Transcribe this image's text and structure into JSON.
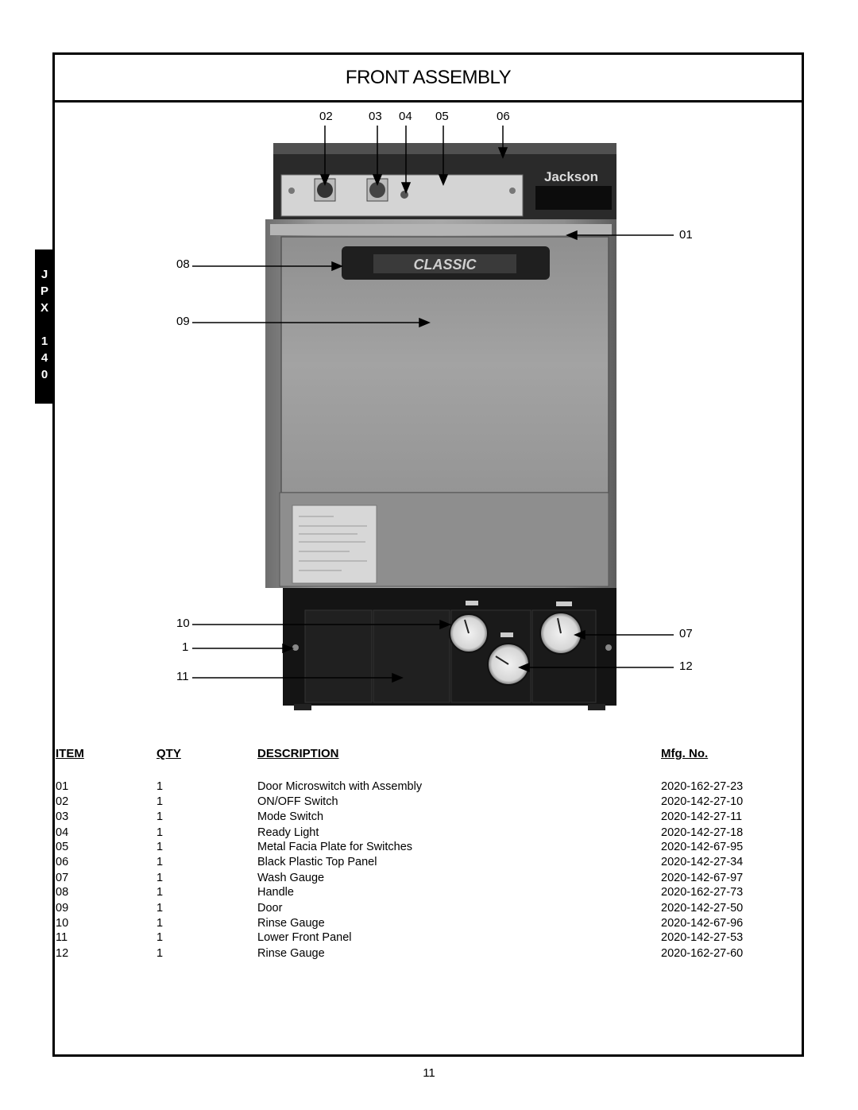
{
  "title": "FRONT ASSEMBLY",
  "side_tab": [
    "J",
    "P",
    "X",
    "1",
    "4",
    "0"
  ],
  "callouts": {
    "c02": "02",
    "c03": "03",
    "c04": "04",
    "c05": "05",
    "c06": "06",
    "c01": "01",
    "c08": "08",
    "c09": "09",
    "c10": "10",
    "c1": "1",
    "c11": "11",
    "c07": "07",
    "c12": "12"
  },
  "machine_brand": "Jackson",
  "handle_text": "CLASSIC",
  "table": {
    "headers": {
      "item": "ITEM",
      "qty": "QTY",
      "description": "DESCRIPTION",
      "mfg": "Mfg. No."
    },
    "rows": [
      {
        "item": "01",
        "qty": "1",
        "description": "Door Microswitch with Assembly",
        "mfg": "2020-162-27-23"
      },
      {
        "item": "02",
        "qty": "1",
        "description": "ON/OFF Switch",
        "mfg": "2020-142-27-10"
      },
      {
        "item": "03",
        "qty": "1",
        "description": "Mode Switch",
        "mfg": "2020-142-27-11"
      },
      {
        "item": "04",
        "qty": "1",
        "description": "Ready Light",
        "mfg": "2020-142-27-18"
      },
      {
        "item": "05",
        "qty": "1",
        "description": "Metal Facia Plate for Switches",
        "mfg": "2020-142-67-95"
      },
      {
        "item": "06",
        "qty": "1",
        "description": "Black Plastic Top Panel",
        "mfg": "2020-142-27-34"
      },
      {
        "item": "07",
        "qty": "1",
        "description": "Wash Gauge",
        "mfg": "2020-142-67-97"
      },
      {
        "item": "08",
        "qty": "1",
        "description": "Handle",
        "mfg": "2020-162-27-73"
      },
      {
        "item": "09",
        "qty": "1",
        "description": "Door",
        "mfg": "2020-142-27-50"
      },
      {
        "item": "10",
        "qty": "1",
        "description": "Rinse Gauge",
        "mfg": "2020-142-67-96"
      },
      {
        "item": "11",
        "qty": "1",
        "description": "Lower Front Panel",
        "mfg": "2020-142-27-53"
      },
      {
        "item": "12",
        "qty": "1",
        "description": "Rinse Gauge",
        "mfg": "2020-162-27-60"
      }
    ]
  },
  "page_number": "11"
}
